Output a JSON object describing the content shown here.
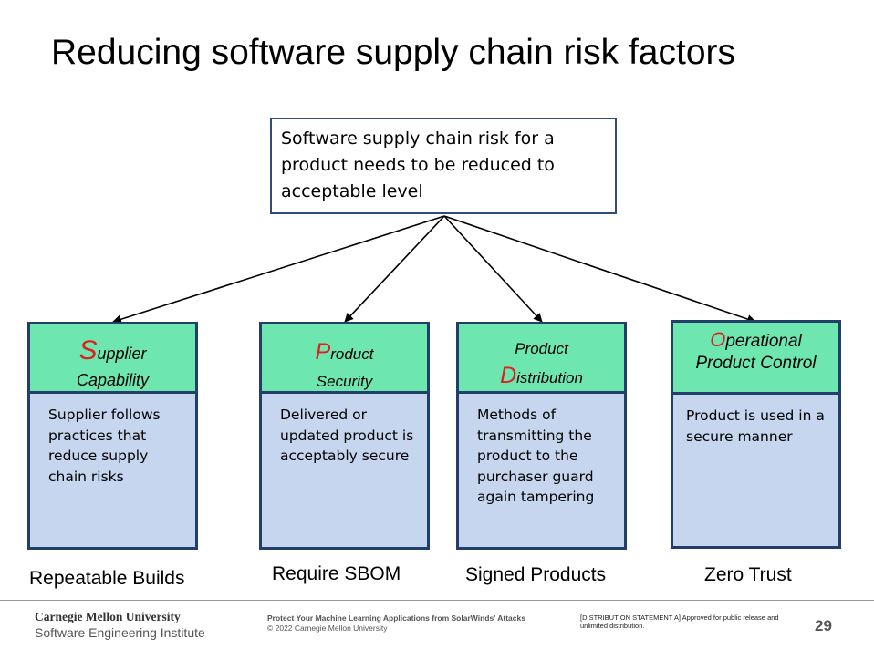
{
  "slide": {
    "title": "Reducing software supply chain risk factors",
    "top_box": "Software supply chain risk for a product needs to be reduced to acceptable level"
  },
  "factors": [
    {
      "head_cap": "S",
      "head_rest_1": "upplier",
      "head_line_2": "Capability",
      "body": "Supplier follows practices that reduce supply chain risks",
      "label": "Repeatable Builds"
    },
    {
      "head_cap": "P",
      "head_rest_1": "roduct",
      "head_line_2": "Security",
      "body": "Delivered or updated product is acceptably secure",
      "label": "Require SBOM"
    },
    {
      "head_line_1": "Product",
      "head_cap": "D",
      "head_rest_2": "istribution",
      "body": "Methods of transmitting the product to the purchaser guard again tampering",
      "label": "Signed Products"
    },
    {
      "head_cap": "O",
      "head_rest_1": "perational",
      "head_line_2": "Product Control",
      "body": "Product is used in a secure manner",
      "label": "Zero Trust"
    }
  ],
  "footer": {
    "org": "Carnegie Mellon University",
    "institute": "Software Engineering Institute",
    "talk_title": "Protect Your Machine Learning Applications from SolarWinds' Attacks",
    "copyright": "© 2022 Carnegie Mellon University",
    "distribution": "[DISTRIBUTION STATEMENT A] Approved for public release and unlimited distribution.",
    "page": "29"
  },
  "colors": {
    "header_fill": "#6ee6b0",
    "body_fill": "#c6d6ef",
    "border": "#223f6a",
    "accent_letter": "#e02020"
  }
}
